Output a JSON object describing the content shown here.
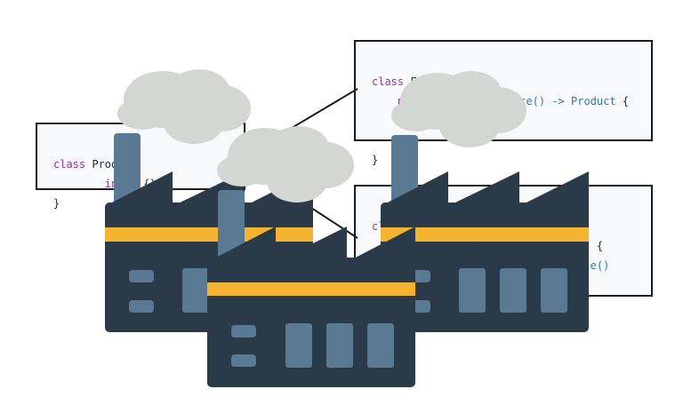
{
  "code_left": {
    "line1_kw": "class",
    "line1_rest": " Produ",
    "line2_kw": "ini",
    "line2_rest": "{}",
    "line3": "}"
  },
  "code_top": {
    "line1_kw": "class",
    "line1_rest": " Factory {",
    "line2_kw": "public",
    "line2_mid": "etInstance()",
    "line2_arrow": "->",
    "line2_type": "Product",
    "line2_end": "{",
    "line4": "}",
    "line5": "}"
  },
  "code_bottom": {
    "line1_kw": "cl",
    "line1_rest": "{",
    "line2_end": "{",
    "line3_rest": "e()"
  },
  "colors": {
    "building": "#2b3a48",
    "window": "#5a7a94",
    "stripe": "#f4b331",
    "smoke": "#d4d6d3",
    "chimney": "#5a7a94"
  }
}
